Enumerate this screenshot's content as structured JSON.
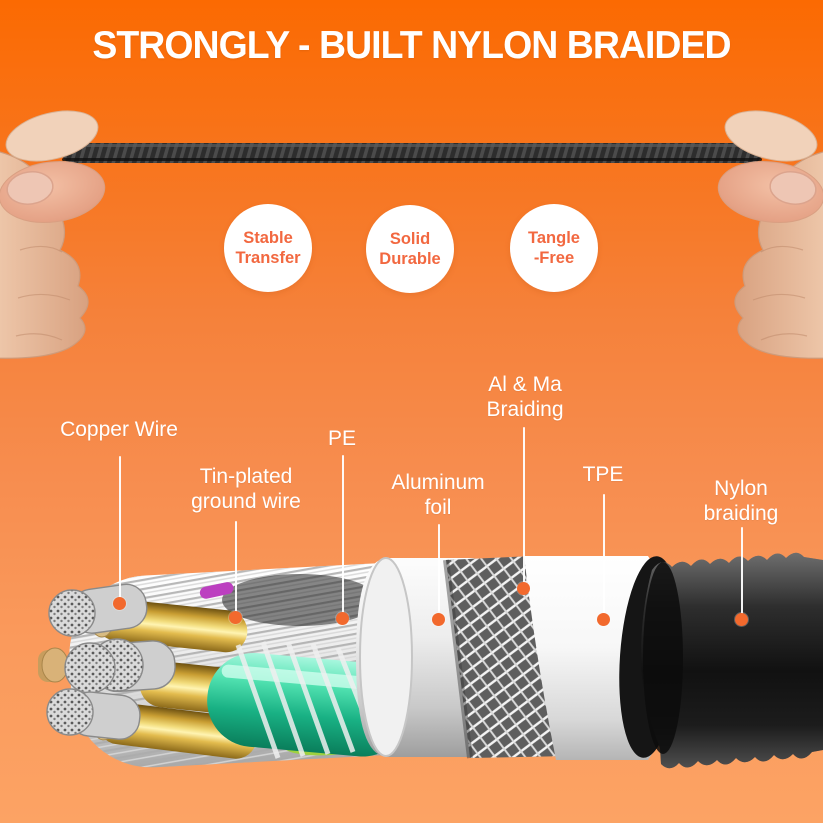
{
  "title": "STRONGLY - BUILT NYLON BRAIDED",
  "badges": [
    {
      "line1": "Stable",
      "line2": "Transfer"
    },
    {
      "line1": "Solid",
      "line2": "Durable"
    },
    {
      "line1": "Tangle",
      "line2": "-Free"
    }
  ],
  "callouts": [
    {
      "line1": "Copper Wire",
      "line2": ""
    },
    {
      "line1": "Tin-plated",
      "line2": "ground wire"
    },
    {
      "line1": "PE",
      "line2": ""
    },
    {
      "line1": "Aluminum",
      "line2": "foil"
    },
    {
      "line1": "Al & Ma",
      "line2": "Braiding"
    },
    {
      "line1": "TPE",
      "line2": ""
    },
    {
      "line1": "Nylon",
      "line2": "braiding"
    }
  ],
  "colors": {
    "background_top": "#FB6A02",
    "background_bottom": "#FCA364",
    "badge_text": "#F26840",
    "callout_dot": "#F2692D",
    "label_text": "#FFFFFF",
    "title_text": "#FFFFFF"
  }
}
